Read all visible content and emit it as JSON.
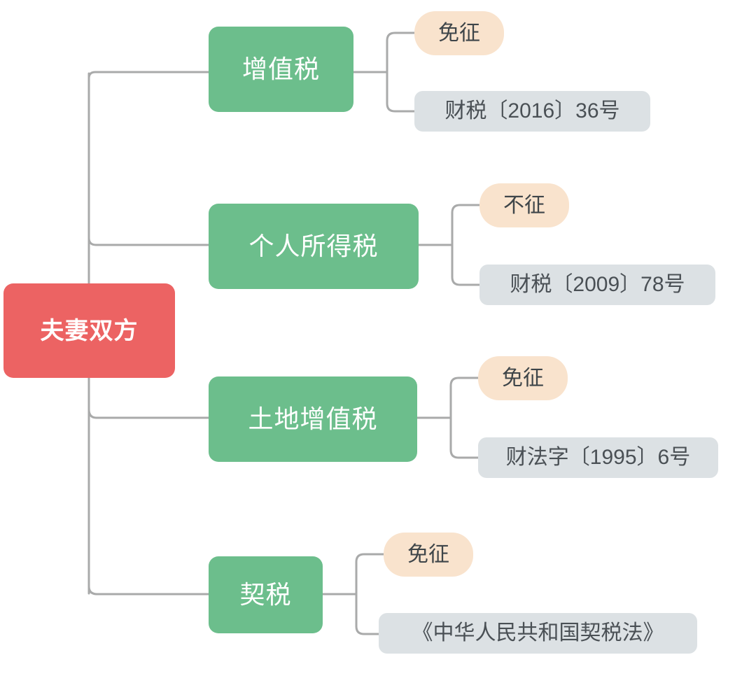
{
  "diagram": {
    "type": "mind-map",
    "title_node": "夫妻双方",
    "colors": {
      "root": "#EC6363",
      "topic": "#6CBE8C",
      "status": "#F9E3CD",
      "reference": "#DCE1E4",
      "connector": "#A9AAAA",
      "background": "#FFFFFF",
      "root_text": "#FFFFFF",
      "topic_text": "#FFFFFF",
      "status_text": "#3E4549",
      "reference_text": "#4A5055"
    },
    "root": {
      "label": "夫妻双方"
    },
    "branches": [
      {
        "topic": "增值税",
        "status": "免征",
        "reference": "财税〔2016〕36号"
      },
      {
        "topic": "个人所得税",
        "status": "不征",
        "reference": "财税〔2009〕78号"
      },
      {
        "topic": "土地增值税",
        "status": "免征",
        "reference": "财法字〔1995〕6号"
      },
      {
        "topic": "契税",
        "status": "免征",
        "reference": "《中华人民共和国契税法》"
      }
    ]
  }
}
